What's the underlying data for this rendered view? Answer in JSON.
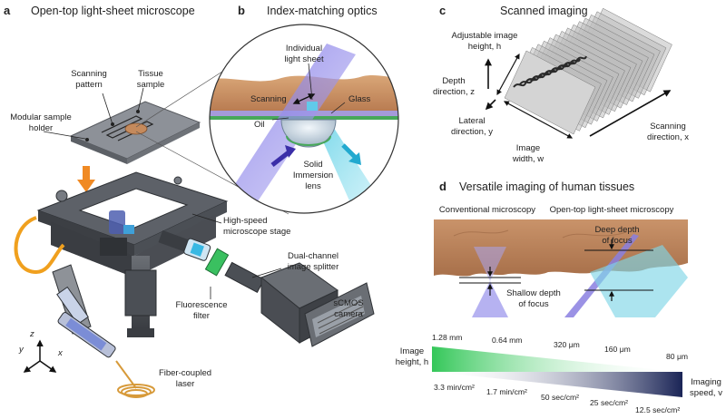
{
  "panel_a": {
    "letter": "a",
    "title": "Open-top light-sheet microscope",
    "scanning_pattern_l1": "Scanning",
    "scanning_pattern_l2": "pattern",
    "tissue_sample_l1": "Tissue",
    "tissue_sample_l2": "sample",
    "modular_holder_l1": "Modular sample",
    "modular_holder_l2": "holder",
    "stage_l1": "High-speed",
    "stage_l2": "microscope stage",
    "splitter_l1": "Dual-channel",
    "splitter_l2": "image splitter",
    "camera_l1": "sCMOS",
    "camera_l2": "camera",
    "filter_l1": "Fluorescence",
    "filter_l2": "filter",
    "laser_l1": "Fiber-coupled",
    "laser_l2": "laser",
    "axis_z": "z",
    "axis_y": "y",
    "axis_x": "x"
  },
  "panel_b": {
    "letter": "b",
    "title": "Index-matching optics",
    "light_sheet_l1": "Individual",
    "light_sheet_l2": "light sheet",
    "scanning": "Scanning",
    "glass": "Glass",
    "oil": "Oil",
    "lens_l1": "Solid",
    "lens_l2": "Immersion",
    "lens_l3": "lens"
  },
  "panel_c": {
    "letter": "c",
    "title": "Scanned imaging",
    "height_l1": "Adjustable image",
    "height_l2": "height, h",
    "depth_l1": "Depth",
    "depth_l2": "direction, z",
    "lateral_l1": "Lateral",
    "lateral_l2": "direction, y",
    "width_l1": "Image",
    "width_l2": "width, w",
    "scan_l1": "Scanning",
    "scan_l2": "direction, x"
  },
  "panel_d": {
    "letter": "d",
    "title": "Versatile imaging of human tissues",
    "conventional": "Conventional microscopy",
    "otls": "Open-top light-sheet microscopy",
    "deep_l1": "Deep depth",
    "deep_l2": "of focus",
    "shallow_l1": "Shallow depth",
    "shallow_l2": "of focus",
    "image_height_l1": "Image",
    "image_height_l2": "height, h",
    "imaging_speed_l1": "Imaging",
    "imaging_speed_l2": "speed, v",
    "heights": [
      "1.28 mm",
      "0.64 mm",
      "320 μm",
      "160 μm",
      "80 μm"
    ],
    "speeds": [
      "3.3 min/cm²",
      "1.7 min/cm²",
      "50 sec/cm²",
      "25 sec/cm²",
      "12.5 sec/cm²"
    ],
    "colors": {
      "green": "#34c759",
      "navy": "#1a2456"
    }
  }
}
